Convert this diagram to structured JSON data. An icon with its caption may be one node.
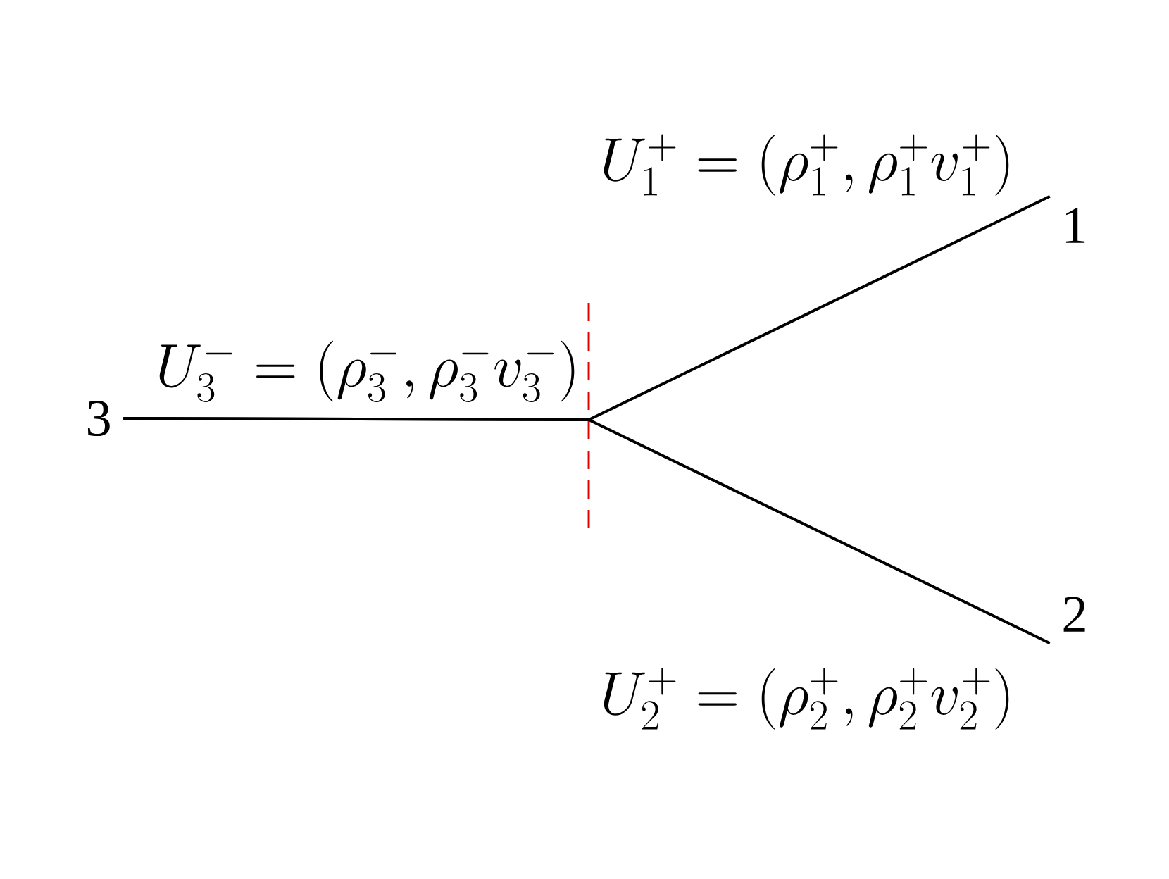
{
  "diagram": {
    "nodes": [
      {
        "text": [
          "3"
        ]
      },
      {
        "text": [
          "1"
        ]
      },
      {
        "text": [
          "2"
        ]
      }
    ],
    "edges": [
      {
        "from": 0,
        "to": 1,
        "arrow": "none"
      },
      {
        "from": 0,
        "to": 2,
        "arrow": "none"
      }
    ],
    "labels": [
      "U_1^+ = (\\rho_1^+, \\rho_1^+ v_1^+)",
      "U_3^- = (\\rho_3^-, \\rho_3^- v_3^-)",
      "U_2^+ = (\\rho_2^+, \\rho_2^+ v_2^+)"
    ]
  }
}
